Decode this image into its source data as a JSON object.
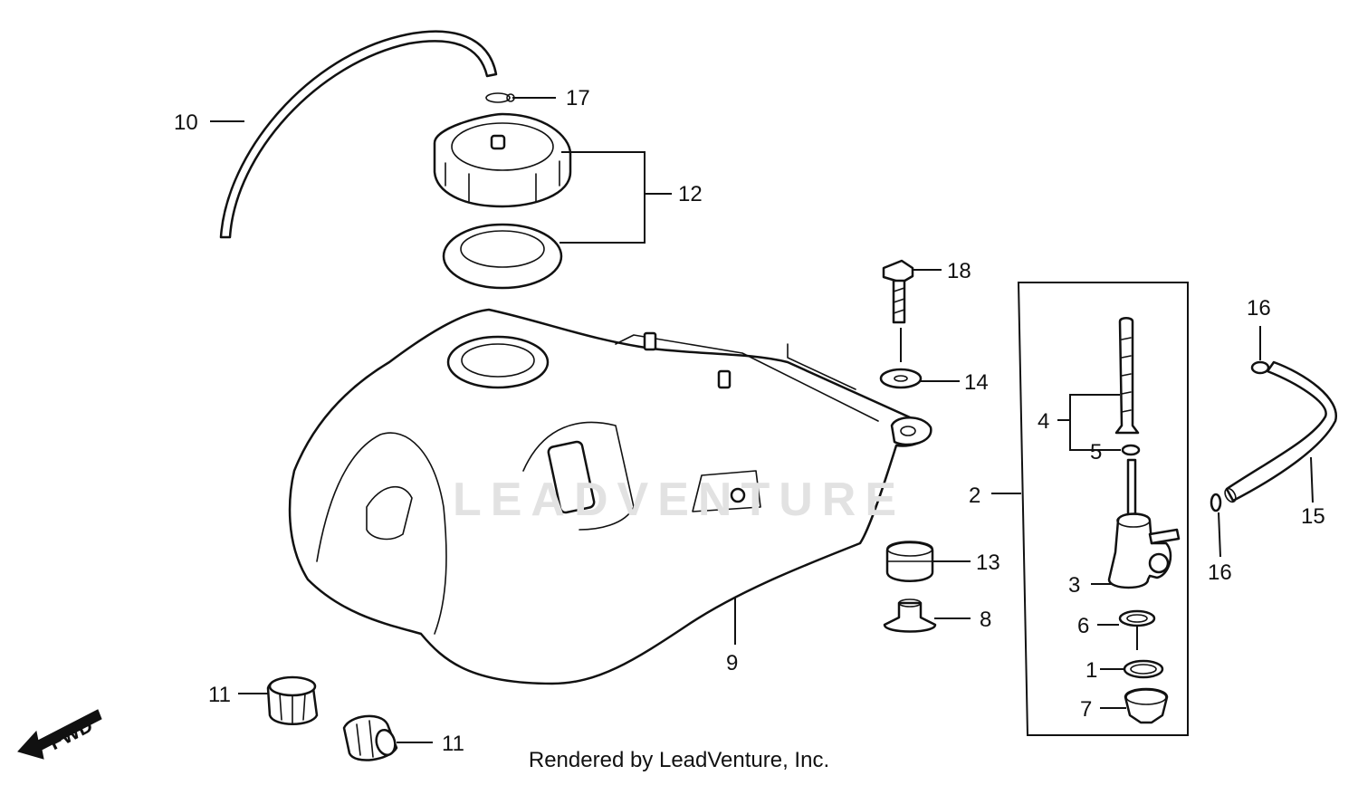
{
  "callouts": [
    {
      "id": "10",
      "label": "10"
    },
    {
      "id": "17",
      "label": "17"
    },
    {
      "id": "12",
      "label": "12"
    },
    {
      "id": "18",
      "label": "18"
    },
    {
      "id": "16a",
      "label": "16"
    },
    {
      "id": "14",
      "label": "14"
    },
    {
      "id": "4",
      "label": "4"
    },
    {
      "id": "5",
      "label": "5"
    },
    {
      "id": "2",
      "label": "2"
    },
    {
      "id": "15",
      "label": "15"
    },
    {
      "id": "16b",
      "label": "16"
    },
    {
      "id": "13",
      "label": "13"
    },
    {
      "id": "3",
      "label": "3"
    },
    {
      "id": "8",
      "label": "8"
    },
    {
      "id": "6",
      "label": "6"
    },
    {
      "id": "9",
      "label": "9"
    },
    {
      "id": "1",
      "label": "1"
    },
    {
      "id": "11a",
      "label": "11"
    },
    {
      "id": "7",
      "label": "7"
    },
    {
      "id": "11b",
      "label": "11"
    }
  ],
  "fwd_label": "FWD",
  "watermark": "LEADVENTURE",
  "footer": "Rendered by LeadVenture, Inc."
}
